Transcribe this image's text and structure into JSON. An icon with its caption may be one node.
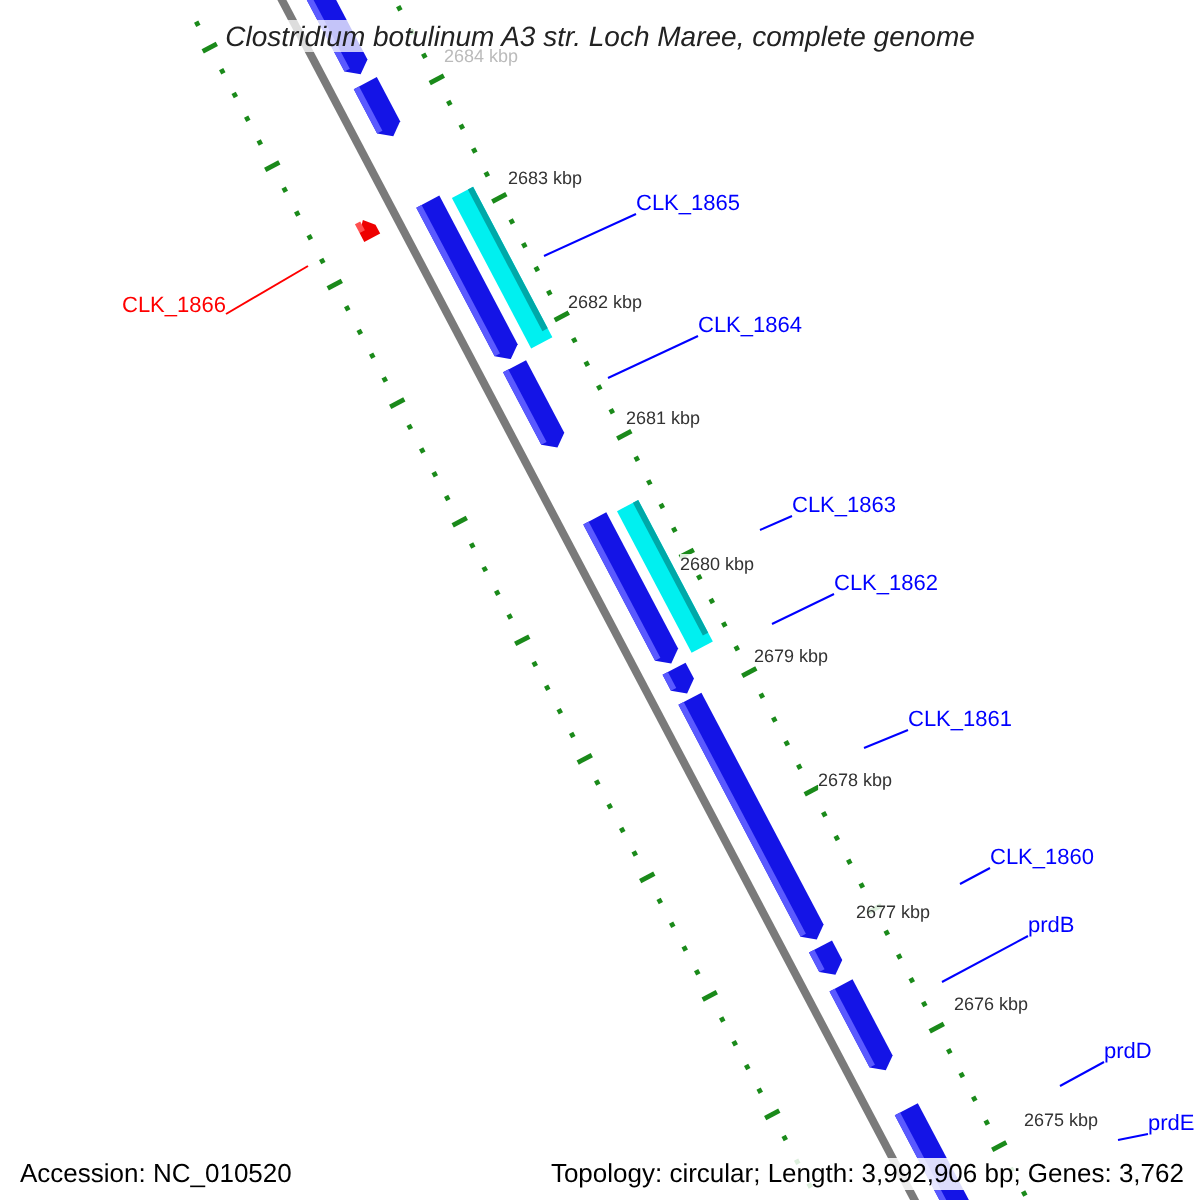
{
  "diagram": {
    "title": "Clostridium botulinum A3 str. Loch Maree, complete genome",
    "nodes": [
      {
        "text": [
          "CLK_1865"
        ]
      },
      {
        "text": [
          "CLK_1866"
        ]
      },
      {
        "text": [
          "CLK_1864"
        ]
      },
      {
        "text": [
          "CLK_1863"
        ]
      },
      {
        "text": [
          "CLK_1862"
        ]
      },
      {
        "text": [
          "CLK_1861"
        ]
      },
      {
        "text": [
          "CLK_1860"
        ]
      },
      {
        "text": [
          "prdB"
        ]
      },
      {
        "text": [
          "prdD"
        ]
      },
      {
        "text": [
          "prdE"
        ]
      }
    ],
    "edges": [
      {
        "from": 0,
        "to": null,
        "arrow": "none"
      },
      {
        "from": 1,
        "to": null,
        "arrow": "none",
        "color": "#ff0000"
      },
      {
        "from": 2,
        "to": null,
        "arrow": "none"
      },
      {
        "from": 3,
        "to": null,
        "arrow": "none"
      },
      {
        "from": 4,
        "to": null,
        "arrow": "none"
      },
      {
        "from": 5,
        "to": null,
        "arrow": "none"
      },
      {
        "from": 6,
        "to": null,
        "arrow": "none"
      },
      {
        "from": 7,
        "to": null,
        "arrow": "none"
      },
      {
        "from": 8,
        "to": null,
        "arrow": "none"
      },
      {
        "from": 9,
        "to": null,
        "arrow": "none"
      }
    ],
    "labels": [
      "2684 kbp",
      "2683 kbp",
      "2682 kbp",
      "2681 kbp",
      "2680 kbp",
      "2679 kbp",
      "2678 kbp",
      "2677 kbp",
      "2676 kbp",
      "2675 kbp",
      "Accession: NC_010520",
      "Topology: circular; Length: 3,992,906 bp; Genes: 3,762"
    ]
  }
}
